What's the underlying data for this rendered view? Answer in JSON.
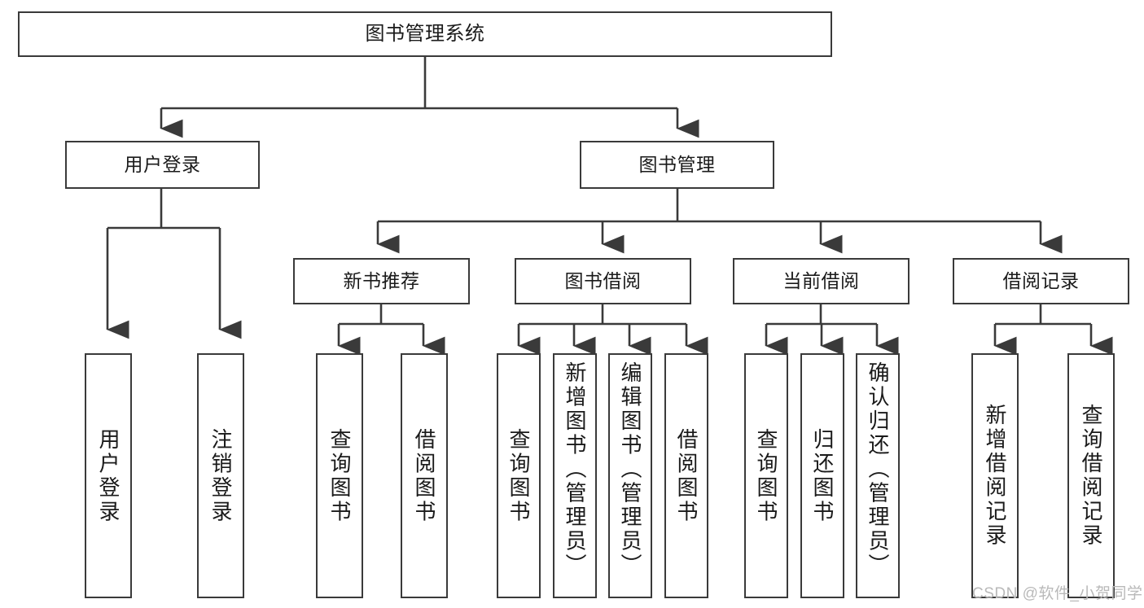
{
  "diagram": {
    "title": "图书管理系统",
    "type": "tree-hierarchy-chart",
    "root": {
      "label": "图书管理系统"
    },
    "level1": [
      {
        "label": "用户登录"
      },
      {
        "label": "图书管理"
      }
    ],
    "level2": [
      {
        "label": "新书推荐"
      },
      {
        "label": "图书借阅"
      },
      {
        "label": "当前借阅"
      },
      {
        "label": "借阅记录"
      }
    ],
    "leaves": {
      "user_login": [
        {
          "label": "用户登录"
        },
        {
          "label": "注销登录"
        }
      ],
      "new_book_recommend": [
        {
          "label": "查询图书"
        },
        {
          "label": "借阅图书"
        }
      ],
      "book_borrow": [
        {
          "label": "查询图书"
        },
        {
          "label": "新增图书（管理员）"
        },
        {
          "label": "编辑图书（管理员）"
        },
        {
          "label": "借阅图书"
        }
      ],
      "current_borrow": [
        {
          "label": "查询图书"
        },
        {
          "label": "归还图书"
        },
        {
          "label": "确认归还（管理员）"
        }
      ],
      "borrow_record": [
        {
          "label": "新增借阅记录"
        },
        {
          "label": "查询借阅记录"
        }
      ]
    }
  },
  "watermark": {
    "text": "CSDN @软件_小贺同学"
  },
  "colors": {
    "box_border": "#3a3a3a",
    "box_fill": "#ffffff",
    "edge": "#3a3a3a",
    "text": "#1a1a1a",
    "watermark": "#b9b9b9"
  }
}
